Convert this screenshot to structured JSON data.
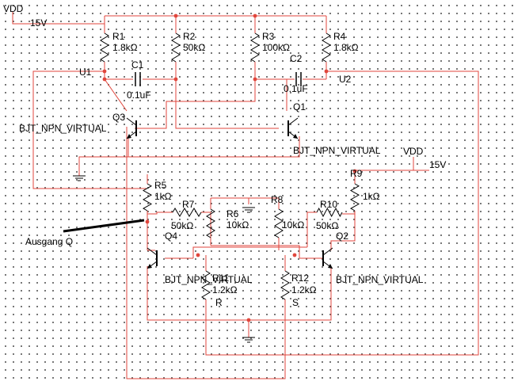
{
  "colors": {
    "wire": "#e0463c",
    "component": "#000000",
    "grid": "#555555",
    "background": "#ffffff"
  },
  "supplies": [
    {
      "name": "VDD",
      "voltage": "15V"
    },
    {
      "name": "VDD",
      "voltage": "15V"
    }
  ],
  "net_labels": {
    "u1": "U1",
    "u2": "U2"
  },
  "resistors": [
    {
      "ref": "R1",
      "value": "1.8kΩ"
    },
    {
      "ref": "R2",
      "value": "50kΩ"
    },
    {
      "ref": "R3",
      "value": "100kΩ"
    },
    {
      "ref": "R4",
      "value": "1.8kΩ"
    },
    {
      "ref": "R5",
      "value": "1kΩ"
    },
    {
      "ref": "R6",
      "value": "10kΩ"
    },
    {
      "ref": "R7",
      "value": "50kΩ"
    },
    {
      "ref": "R8",
      "value": "10kΩ"
    },
    {
      "ref": "R9",
      "value": "1kΩ"
    },
    {
      "ref": "R10",
      "value": "50kΩ"
    },
    {
      "ref": "R11",
      "value": "1.2kΩ"
    },
    {
      "ref": "R12",
      "value": "1.2kΩ"
    }
  ],
  "capacitors": [
    {
      "ref": "C1",
      "value": "0.1uF"
    },
    {
      "ref": "C2",
      "value": "0.1uF"
    }
  ],
  "transistors": [
    {
      "ref": "Q1",
      "model": "BJT_NPN_VIRTUAL"
    },
    {
      "ref": "Q2",
      "model": "BJT_NPN_VIRTUAL"
    },
    {
      "ref": "Q3",
      "model": "BJT_NPN_VIRTUAL"
    },
    {
      "ref": "Q4",
      "model": "BJT_NPN_VIRTUAL"
    }
  ],
  "inputs": {
    "r": "R",
    "s": "S"
  },
  "output_label": "Ausgang Q"
}
